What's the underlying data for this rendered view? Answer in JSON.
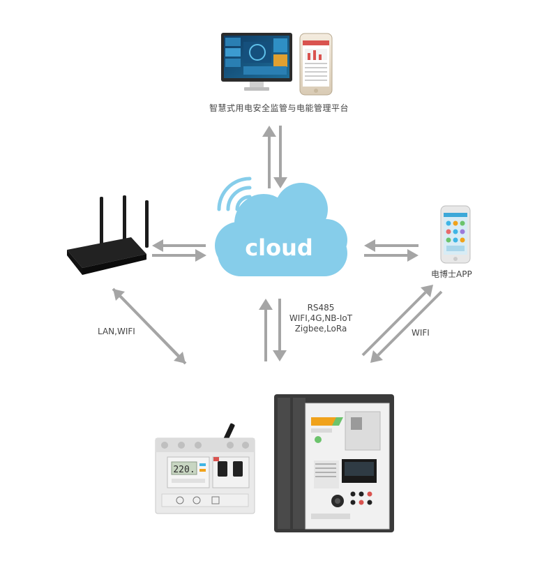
{
  "platform_label": "智慧式用电安全监管与电能管理平台",
  "cloud_label": "cloud",
  "app_label": "电博士APP",
  "lan_label": "LAN,WIFI",
  "wifi_label": "WIFI",
  "protocols": [
    "RS485",
    "WIFI,4G,NB-IoT",
    "Zigbee,LoRa"
  ],
  "device_screen_reading": "220.",
  "colors": {
    "cloud": "#86cdea",
    "arrow": "#a5a5a5",
    "breaker_brand": "#f0a21b",
    "screen": "#1d6a96"
  }
}
